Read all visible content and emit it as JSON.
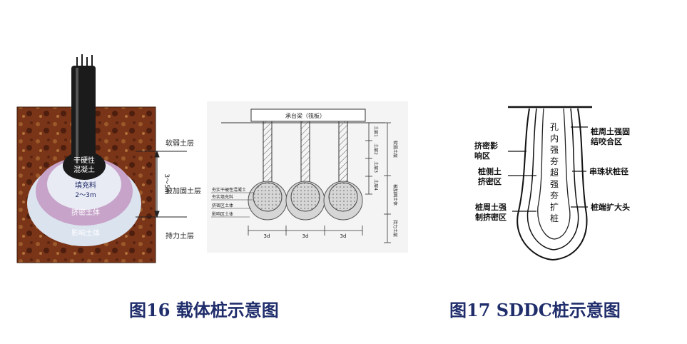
{
  "figure16": {
    "caption": "图16 载体桩示意图",
    "core_label": [
      "干硬性",
      "混凝土"
    ],
    "fill_label": "填充料",
    "fill_depth": "2～3m",
    "compact_label": "挤密土体",
    "influence_label": "影响土体",
    "side_depth": "3～5m",
    "layers": [
      "软弱土层",
      "被加固土层",
      "持力土层"
    ]
  },
  "figure_mid": {
    "cap_label": "承台梁（筏板）",
    "left_labels": [
      "夯实干硬性混凝土",
      "夯实填充料",
      "挤密区土体",
      "影响区土体"
    ],
    "dim_labels": [
      "3d",
      "3d",
      "3d"
    ],
    "right_inner": [
      "土层1",
      "土层2",
      "土层3",
      "土层4"
    ],
    "right_outer": [
      "软弱土层",
      "被加固土体",
      "持力土层"
    ]
  },
  "figure17": {
    "caption": "图17  SDDC桩示意图",
    "left_labels": [
      [
        "挤密影",
        "响区"
      ],
      [
        "桩侧土",
        "挤密区"
      ],
      [
        "桩周土强",
        "制挤密区"
      ]
    ],
    "right_labels": [
      [
        "桩周土强固",
        "结咬合区"
      ],
      [
        "串珠状桩径"
      ],
      [
        "桩端扩大头"
      ]
    ],
    "core_chars": [
      "孔",
      "内",
      "强",
      "夯",
      "超",
      "强",
      "夯",
      "扩",
      "桩"
    ]
  },
  "colors": {
    "caption": "#1f2d6b",
    "soil": "#7a3418",
    "ring_purple": "#c7a3c9",
    "ring_light": "#dbe3ef"
  }
}
